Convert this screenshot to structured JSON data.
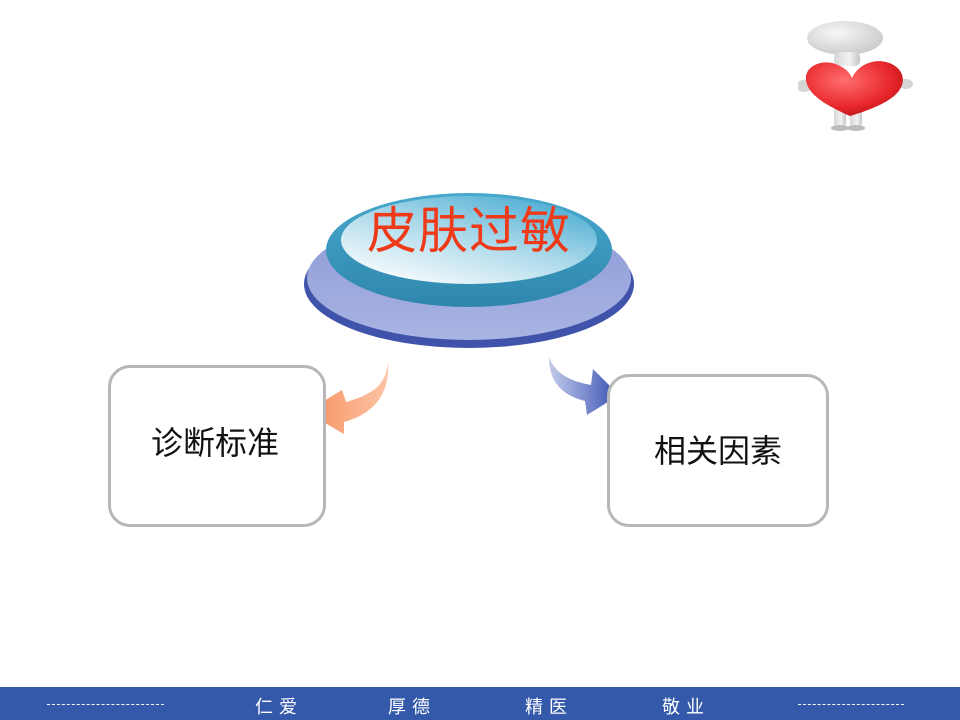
{
  "diagram": {
    "center": {
      "label": "皮肤过敏",
      "color": "#ef3a1a"
    },
    "nodes": [
      {
        "label": "诊断标准",
        "arrow_color": "#f89c73",
        "position": "left"
      },
      {
        "label": "相关因素",
        "arrow_color": "#4a62bd",
        "position": "right"
      }
    ]
  },
  "decoration": {
    "icon": "person-holding-heart-icon"
  },
  "footer": {
    "background": "#3459ab",
    "items": [
      "仁爱",
      "厚德",
      "精医",
      "敬业"
    ],
    "left_dashes": "----------------------",
    "right_dashes": "--------------------"
  }
}
